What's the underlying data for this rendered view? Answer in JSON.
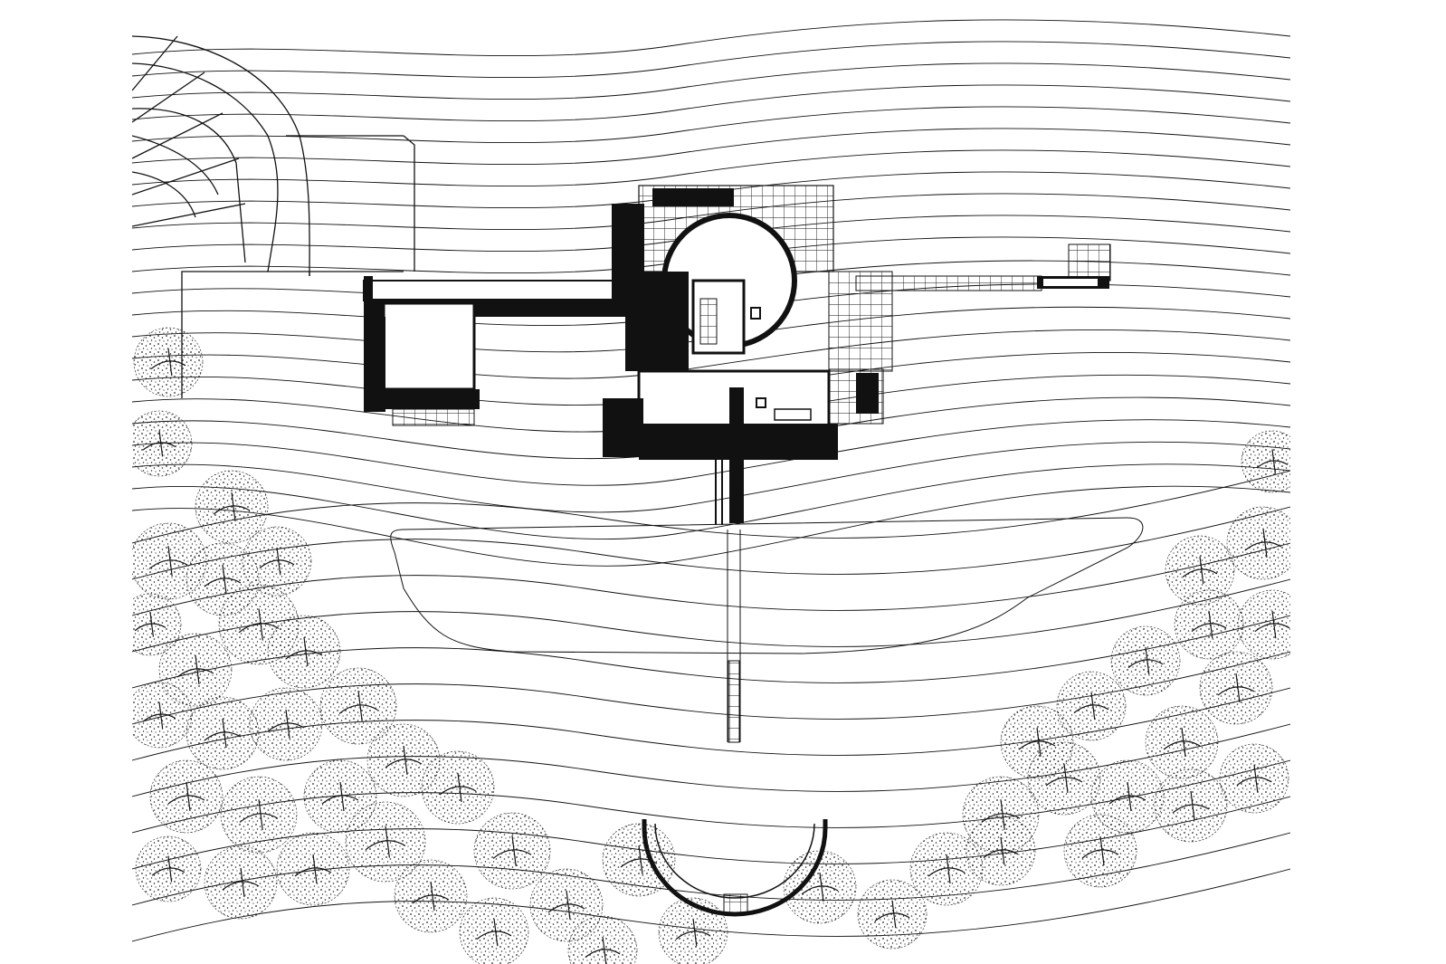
{
  "drawing": {
    "kind": "site plan",
    "style": "black-and-white ink",
    "ink_color": "#111111",
    "paper_color": "#ffffff",
    "features": [
      "contour-lines",
      "curved-driveway",
      "house-footprint",
      "round-tower",
      "pergola",
      "walkway-bridge",
      "boardwalk-pier",
      "central-path",
      "reflecting-lawn",
      "semicircular-terrace",
      "tree-canopies"
    ]
  }
}
